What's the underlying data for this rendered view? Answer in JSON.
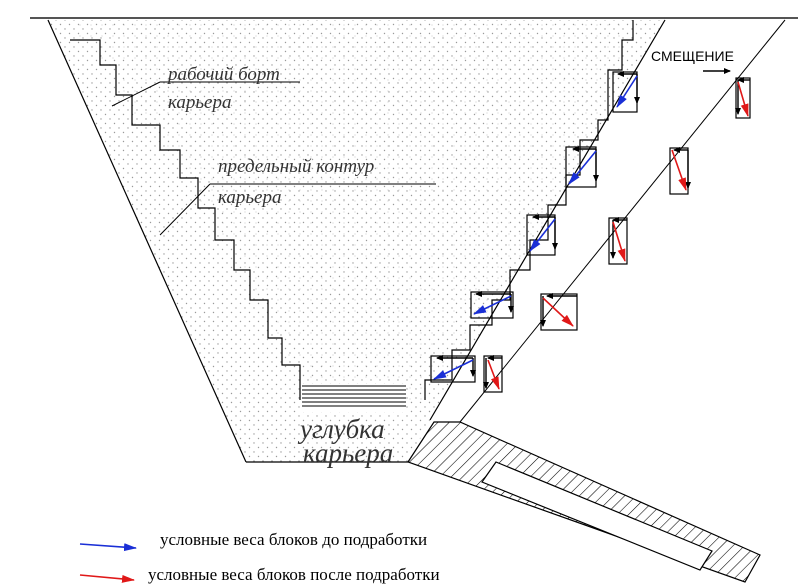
{
  "labels": {
    "working_side": [
      "рабочий борт",
      "карьера"
    ],
    "limit_contour": [
      "предельный контур",
      "карьера"
    ],
    "deepening": [
      "углубка",
      "карьера"
    ],
    "displacement": "СМЕЩЕНИЕ"
  },
  "legend": [
    {
      "text": "условные веса блоков до подработки",
      "color": "#1a2fd6"
    },
    {
      "text": "условные веса блоков после подработки",
      "color": "#e01818"
    }
  ],
  "colors": {
    "blue_vector": "#1a2fd6",
    "red_vector": "#e01818",
    "line": "#000000",
    "fill_dots": "#b8b8b8"
  },
  "icons": {
    "displacement_arrow": "arrow-right-icon",
    "legend_blue": "blue-arrow-icon",
    "legend_red": "red-arrow-icon"
  }
}
